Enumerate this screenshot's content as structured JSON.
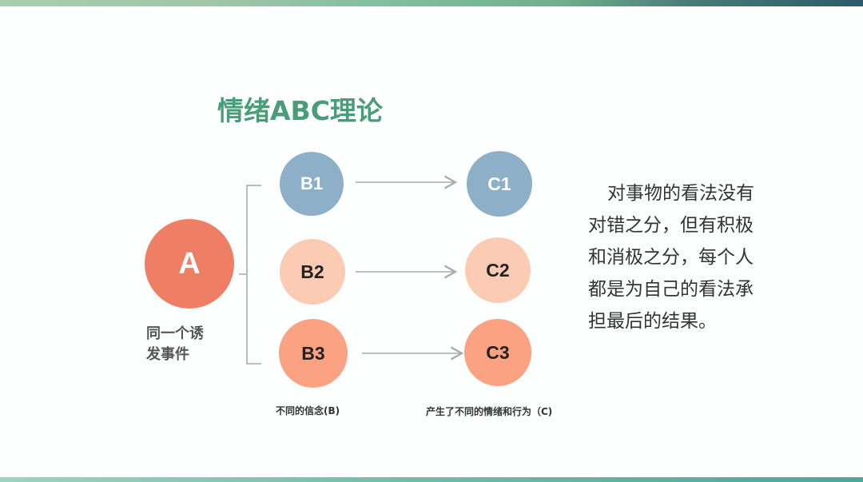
{
  "title": "情绪ABC理论",
  "nodes": {
    "a": "A",
    "b1": "B1",
    "b2": "B2",
    "b3": "B3",
    "c1": "C1",
    "c2": "C2",
    "c3": "C3"
  },
  "labels": {
    "event_line1": "同一个诱",
    "event_line2": "发事件",
    "beliefs": "不同的信念(B)",
    "consequences": "产生了不同的情绪和行为（C)"
  },
  "description": "对事物的看法没有对错之分，但有积极和消极之分，每个人都是为自己的看法承担最后的结果。",
  "colors": {
    "title": "#4b9c78",
    "a": "#ee7f64",
    "blue": "#8eafc8",
    "light": "#fccbb3",
    "mid": "#fba283"
  }
}
